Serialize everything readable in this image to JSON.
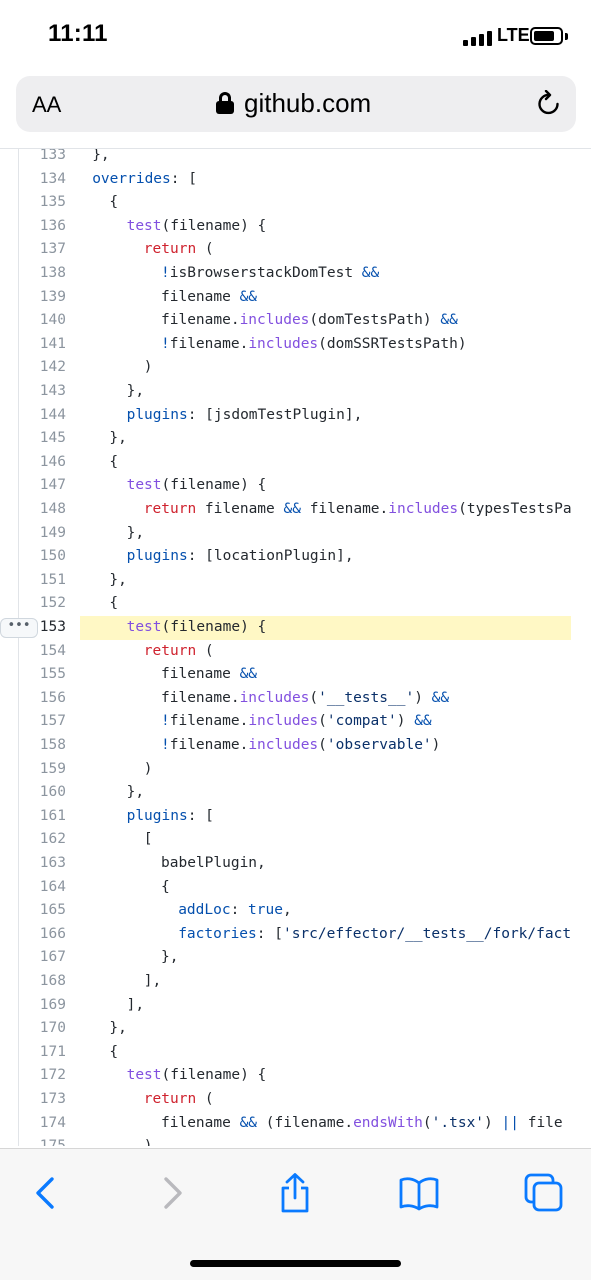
{
  "status_bar": {
    "time": "11:11",
    "network": "LTE"
  },
  "address_bar": {
    "text_size_label": "AA",
    "url": "github.com",
    "icons": [
      "text-size-icon",
      "lock-icon",
      "reload-icon"
    ]
  },
  "code": {
    "highlighted_line": "153",
    "lines": [
      {
        "n": "133",
        "indent": 2,
        "tokens": [
          {
            "t": "},"
          }
        ]
      },
      {
        "n": "134",
        "indent": 2,
        "tokens": [
          {
            "t": "overrides",
            "c": "prop"
          },
          {
            "t": ": ["
          }
        ]
      },
      {
        "n": "135",
        "indent": 4,
        "tokens": [
          {
            "t": "{"
          }
        ]
      },
      {
        "n": "136",
        "indent": 6,
        "tokens": [
          {
            "t": "test",
            "c": "fn"
          },
          {
            "t": "(filename) {"
          }
        ]
      },
      {
        "n": "137",
        "indent": 8,
        "tokens": [
          {
            "t": "return",
            "c": "kw"
          },
          {
            "t": " ("
          }
        ]
      },
      {
        "n": "138",
        "indent": 10,
        "tokens": [
          {
            "t": "!",
            "c": "op"
          },
          {
            "t": "isBrowserstackDomTest "
          },
          {
            "t": "&&",
            "c": "op"
          }
        ]
      },
      {
        "n": "139",
        "indent": 10,
        "tokens": [
          {
            "t": "filename "
          },
          {
            "t": "&&",
            "c": "op"
          }
        ]
      },
      {
        "n": "140",
        "indent": 10,
        "tokens": [
          {
            "t": "filename."
          },
          {
            "t": "includes",
            "c": "fn"
          },
          {
            "t": "(domTestsPath) "
          },
          {
            "t": "&&",
            "c": "op"
          }
        ]
      },
      {
        "n": "141",
        "indent": 10,
        "tokens": [
          {
            "t": "!",
            "c": "op"
          },
          {
            "t": "filename."
          },
          {
            "t": "includes",
            "c": "fn"
          },
          {
            "t": "(domSSRTestsPath)"
          }
        ]
      },
      {
        "n": "142",
        "indent": 8,
        "tokens": [
          {
            "t": ")"
          }
        ]
      },
      {
        "n": "143",
        "indent": 6,
        "tokens": [
          {
            "t": "},"
          }
        ]
      },
      {
        "n": "144",
        "indent": 6,
        "tokens": [
          {
            "t": "plugins",
            "c": "prop"
          },
          {
            "t": ": [jsdomTestPlugin],"
          }
        ]
      },
      {
        "n": "145",
        "indent": 4,
        "tokens": [
          {
            "t": "},"
          }
        ]
      },
      {
        "n": "146",
        "indent": 4,
        "tokens": [
          {
            "t": "{"
          }
        ]
      },
      {
        "n": "147",
        "indent": 6,
        "tokens": [
          {
            "t": "test",
            "c": "fn"
          },
          {
            "t": "(filename) {"
          }
        ]
      },
      {
        "n": "148",
        "indent": 8,
        "tokens": [
          {
            "t": "return",
            "c": "kw"
          },
          {
            "t": " filename "
          },
          {
            "t": "&&",
            "c": "op"
          },
          {
            "t": " filename."
          },
          {
            "t": "includes",
            "c": "fn"
          },
          {
            "t": "(typesTestsPa"
          }
        ]
      },
      {
        "n": "149",
        "indent": 6,
        "tokens": [
          {
            "t": "},"
          }
        ]
      },
      {
        "n": "150",
        "indent": 6,
        "tokens": [
          {
            "t": "plugins",
            "c": "prop"
          },
          {
            "t": ": [locationPlugin],"
          }
        ]
      },
      {
        "n": "151",
        "indent": 4,
        "tokens": [
          {
            "t": "},"
          }
        ]
      },
      {
        "n": "152",
        "indent": 4,
        "tokens": [
          {
            "t": "{"
          }
        ]
      },
      {
        "n": "153",
        "indent": 6,
        "tokens": [
          {
            "t": "test",
            "c": "fn"
          },
          {
            "t": "(filename) {"
          }
        ]
      },
      {
        "n": "154",
        "indent": 8,
        "tokens": [
          {
            "t": "return",
            "c": "kw"
          },
          {
            "t": " ("
          }
        ]
      },
      {
        "n": "155",
        "indent": 10,
        "tokens": [
          {
            "t": "filename "
          },
          {
            "t": "&&",
            "c": "op"
          }
        ]
      },
      {
        "n": "156",
        "indent": 10,
        "tokens": [
          {
            "t": "filename."
          },
          {
            "t": "includes",
            "c": "fn"
          },
          {
            "t": "("
          },
          {
            "t": "'__tests__'",
            "c": "str"
          },
          {
            "t": ") "
          },
          {
            "t": "&&",
            "c": "op"
          }
        ]
      },
      {
        "n": "157",
        "indent": 10,
        "tokens": [
          {
            "t": "!",
            "c": "op"
          },
          {
            "t": "filename."
          },
          {
            "t": "includes",
            "c": "fn"
          },
          {
            "t": "("
          },
          {
            "t": "'compat'",
            "c": "str"
          },
          {
            "t": ") "
          },
          {
            "t": "&&",
            "c": "op"
          }
        ]
      },
      {
        "n": "158",
        "indent": 10,
        "tokens": [
          {
            "t": "!",
            "c": "op"
          },
          {
            "t": "filename."
          },
          {
            "t": "includes",
            "c": "fn"
          },
          {
            "t": "("
          },
          {
            "t": "'observable'",
            "c": "str"
          },
          {
            "t": ")"
          }
        ]
      },
      {
        "n": "159",
        "indent": 8,
        "tokens": [
          {
            "t": ")"
          }
        ]
      },
      {
        "n": "160",
        "indent": 6,
        "tokens": [
          {
            "t": "},"
          }
        ]
      },
      {
        "n": "161",
        "indent": 6,
        "tokens": [
          {
            "t": "plugins",
            "c": "prop"
          },
          {
            "t": ": ["
          }
        ]
      },
      {
        "n": "162",
        "indent": 8,
        "tokens": [
          {
            "t": "["
          }
        ]
      },
      {
        "n": "163",
        "indent": 10,
        "tokens": [
          {
            "t": "babelPlugin,"
          }
        ]
      },
      {
        "n": "164",
        "indent": 10,
        "tokens": [
          {
            "t": "{"
          }
        ]
      },
      {
        "n": "165",
        "indent": 12,
        "tokens": [
          {
            "t": "addLoc",
            "c": "prop"
          },
          {
            "t": ": "
          },
          {
            "t": "true",
            "c": "op"
          },
          {
            "t": ","
          }
        ]
      },
      {
        "n": "166",
        "indent": 12,
        "tokens": [
          {
            "t": "factories",
            "c": "prop"
          },
          {
            "t": ": ["
          },
          {
            "t": "'src/effector/__tests__/fork/fact",
            "c": "str"
          }
        ]
      },
      {
        "n": "167",
        "indent": 10,
        "tokens": [
          {
            "t": "},"
          }
        ]
      },
      {
        "n": "168",
        "indent": 8,
        "tokens": [
          {
            "t": "],"
          }
        ]
      },
      {
        "n": "169",
        "indent": 6,
        "tokens": [
          {
            "t": "],"
          }
        ]
      },
      {
        "n": "170",
        "indent": 4,
        "tokens": [
          {
            "t": "},"
          }
        ]
      },
      {
        "n": "171",
        "indent": 4,
        "tokens": [
          {
            "t": "{"
          }
        ]
      },
      {
        "n": "172",
        "indent": 6,
        "tokens": [
          {
            "t": "test",
            "c": "fn"
          },
          {
            "t": "(filename) {"
          }
        ]
      },
      {
        "n": "173",
        "indent": 8,
        "tokens": [
          {
            "t": "return",
            "c": "kw"
          },
          {
            "t": " ("
          }
        ]
      },
      {
        "n": "174",
        "indent": 10,
        "tokens": [
          {
            "t": "filename "
          },
          {
            "t": "&&",
            "c": "op"
          },
          {
            "t": " (filename."
          },
          {
            "t": "endsWith",
            "c": "fn"
          },
          {
            "t": "("
          },
          {
            "t": "'.tsx'",
            "c": "str"
          },
          {
            "t": ") "
          },
          {
            "t": "||",
            "c": "op"
          },
          {
            "t": " file"
          }
        ]
      },
      {
        "n": "175",
        "indent": 8,
        "tokens": [
          {
            "t": ")"
          }
        ]
      }
    ]
  },
  "toolbar": {
    "icons": [
      "back-icon",
      "forward-icon",
      "share-icon",
      "bookmarks-icon",
      "tabs-icon"
    ]
  },
  "colors": {
    "keyword": "#cf222e",
    "function": "#8250df",
    "property": "#0550ae",
    "string": "#0a3069",
    "highlight": "#fff8c5"
  }
}
